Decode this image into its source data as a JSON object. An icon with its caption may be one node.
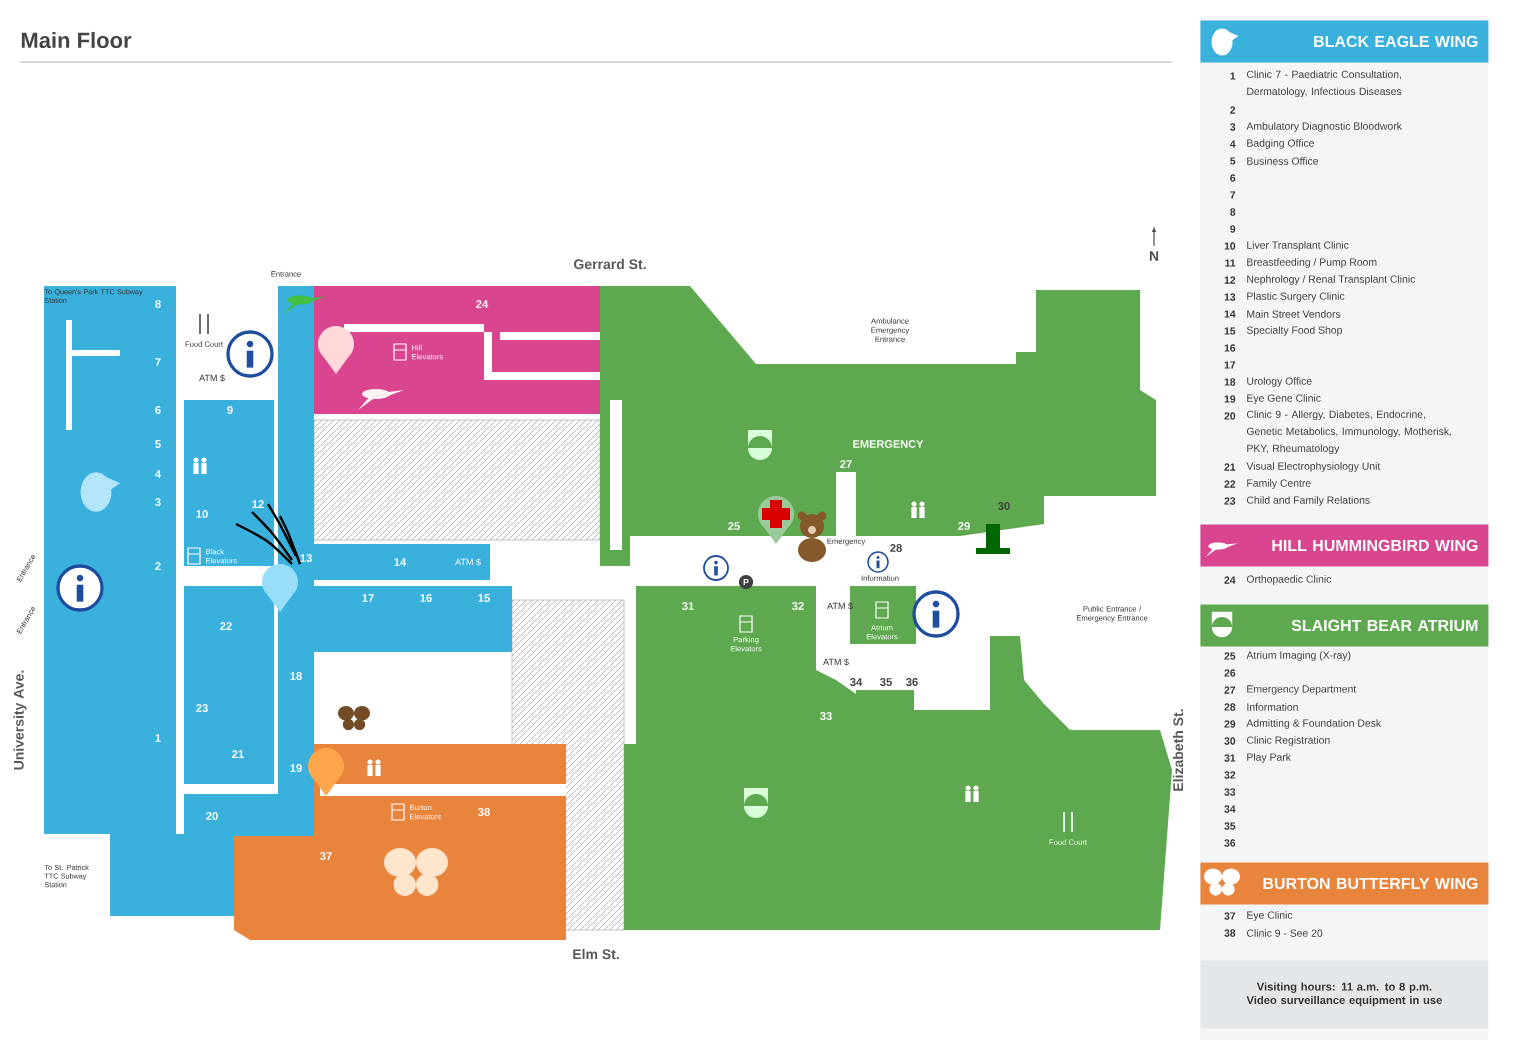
{
  "diagram": {
    "title": "Main Floor",
    "nodes": [
      {
        "text": [
          "BLACK EAGLE WING"
        ]
      },
      {
        "text": [
          "HILL HUMMINGBIRD WING"
        ]
      },
      {
        "text": [
          "SLAIGHT BEAR ATRIUM"
        ]
      },
      {
        "text": [
          "BURTON BUTTERFLY WING"
        ]
      },
      {
        "text": [
          "**Visiting hours:** 11 a.m. to 8 p.m.",
          "Video surveillance equipment in use"
        ]
      }
    ],
    "labels": [
      "Gerrard St.",
      "N",
      "To Queen's Park TTC Subway Station",
      "Entrance",
      "Ambulance Emergency Entrance",
      "Food Court",
      "Hill Elevators",
      "ATM $",
      "EMERGENCY",
      "Black Elevators",
      "ATM $",
      "Emergency",
      "P",
      "Information",
      "Entrance",
      "Entrance",
      "Public Entrance / Emergency Entrance",
      "ATM $",
      "Parking Elevators",
      "Atrium Elevators",
      "ATM $",
      "University Ave.",
      "Elizabeth St.",
      "Burton Elevators",
      "Food Court",
      "To St. Patrick TTC Subway Station",
      "Elm St.",
      "1",
      "2",
      "3",
      "4",
      "5",
      "6",
      "7",
      "8",
      "9",
      "10",
      "12",
      "13",
      "14",
      "17",
      "16",
      "15",
      "18",
      "19",
      "20",
      "21",
      "22",
      "23",
      "24",
      "25",
      "27",
      "28",
      "29",
      "30",
      "31",
      "32",
      "33",
      "34",
      "35",
      "36",
      "37",
      "38",
      "1",
      "Clinic 7 - Paediatric Consultation, Dermatology, Infectious Diseases",
      "2",
      "3",
      "Ambulatory Diagnostic Bloodwork",
      "4",
      "Badging Office",
      "5",
      "Business Office",
      "6",
      "7",
      "8",
      "9",
      "10",
      "Liver Transplant Clinic",
      "11",
      "Breastfeeding / Pump Room",
      "12",
      "Nephrology / Renal Transplant Clinic",
      "13",
      "Plastic Surgery Clinic",
      "14",
      "Main Street Vendors",
      "15",
      "Specialty Food Shop",
      "16",
      "17",
      "18",
      "Urology Office",
      "19",
      "Eye Gene Clinic",
      "20",
      "Clinic 9 - Allergy, Diabetes, Endocrine, Genetic Metabolics, Immunology, Motherisk, PKY, Rheumatology",
      "21",
      "Visual Electrophysiology Unit",
      "22",
      "Family Centre",
      "23",
      "Child and Family Relations",
      "24",
      "Orthopaedic Clinic",
      "25",
      "Atrium Imaging (X-ray)",
      "26",
      "27",
      "Emergency Department",
      "28",
      "Information",
      "29",
      "Admitting & Foundation Desk",
      "30",
      "Clinic Registration",
      "31",
      "Play Park",
      "32",
      "33",
      "34",
      "35",
      "36",
      "37",
      "Eye Clinic",
      "38",
      "Clinic 9 - See 20"
    ]
  }
}
